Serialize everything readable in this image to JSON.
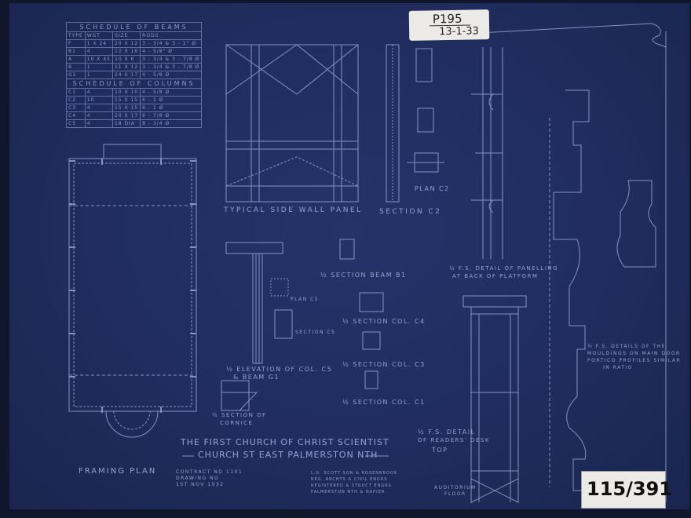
{
  "sheet_label": {
    "code": "P195",
    "date": "13-1-33"
  },
  "archive_number": "115/391",
  "beam_schedule": {
    "title": "Schedule of Beams",
    "headers": [
      "Type",
      "Wgt",
      "Size",
      "Rods"
    ],
    "rows": [
      [
        "F",
        "1 x 24",
        "20 x 12",
        "3 - 3/4 & 3 - 1\" ø"
      ],
      [
        "B1",
        "4",
        "12 x 16",
        "4 - 5/8\" ø"
      ],
      [
        "A",
        "10 x 45",
        "10 x 6",
        "3 - 3/4 & 3 - 7/8 ø"
      ],
      [
        "B",
        "1",
        "11 x 12",
        "3 - 3/4 & 3 - 7/8 ø"
      ],
      [
        "G1",
        "1",
        "24 x 17",
        "4 - 5/8 ø"
      ]
    ]
  },
  "column_schedule": {
    "title": "Schedule of Columns",
    "rows": [
      [
        "C1",
        "4",
        "10 x 10",
        "4 - 5/8 ø"
      ],
      [
        "C2",
        "10",
        "15 x 15",
        "6 - 1 ø"
      ],
      [
        "C3",
        "4",
        "15 x 15",
        "6 - 1 ø"
      ],
      [
        "C4",
        "4",
        "20 x 17",
        "6 - 7/8 ø"
      ],
      [
        "C5",
        "4",
        "18 Dia",
        "8 - 3/4 ø"
      ]
    ]
  },
  "labels": {
    "framing_plan": "Framing Plan",
    "typical_side_wall_panel": "Typical Side Wall Panel",
    "section_c2": "Section C2",
    "plan_c2": "Plan C2",
    "section_beam_b1": "½ Section Beam B1",
    "plan_c5": "Plan C5",
    "section_c5": "Section C5",
    "section_col_c4": "½ Section Col. C4",
    "section_col_c3": "½ Section Col. C3",
    "section_col_c1": "½ Section Col. C1",
    "elevation_col_c5": "½ Elevation of Col. C5",
    "elevation_beam_g1": "& Beam G1",
    "section_cornice_1": "½ Section of",
    "section_cornice_2": "Cornice",
    "panelling_detail_1": "½ F.S. Detail of Panelling",
    "panelling_detail_2": "at Back of Platform",
    "mouldings_1": "½ F.S. Details of the",
    "mouldings_2": "Mouldings on Main Door",
    "mouldings_3": "Portico Profiles Similar",
    "mouldings_4": "in Ratio",
    "desk_1": "½ F.S. Detail",
    "desk_2": "of Readers' Desk",
    "desk_3": "Top",
    "auditorium_floor_1": "Auditorium",
    "auditorium_floor_2": "Floor"
  },
  "title_block": {
    "line1": "The First Church of Christ Scientist",
    "line2": "Church St East Palmerston Nth",
    "contract_1": "Contract No 1101",
    "contract_2": "Drawing No",
    "contract_3": "1st Nov 1932",
    "architects_1": "L.G. Scott Son & Rosenbrook",
    "architects_2": "Reg. Archts & Civil Engrs",
    "architects_3": "Registered & Struct Engrs",
    "architects_4": "Palmerston Nth & Napier"
  }
}
